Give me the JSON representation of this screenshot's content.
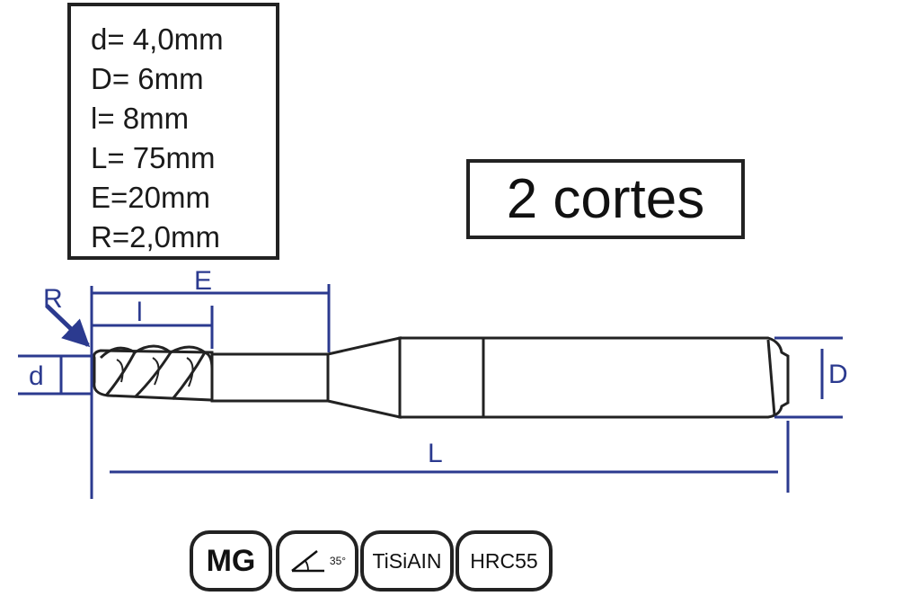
{
  "specs": {
    "d": "d= 4,0mm",
    "D": "D= 6mm",
    "l": "l= 8mm",
    "L": "L= 75mm",
    "E": "E=20mm",
    "R": "R=2,0mm"
  },
  "flutes_label": "2 cortes",
  "dimension_labels": {
    "R": "R",
    "E": "E",
    "l": "l",
    "d": "d",
    "D": "D",
    "L": "L"
  },
  "badges": {
    "material": "MG",
    "angle": "35°",
    "coating": "TiSiAIN",
    "hardness": "HRC55"
  },
  "colors": {
    "dimension": "#2b3a8f",
    "outline": "#222222"
  },
  "icons": [
    "helix-angle-icon",
    "dimension-arrow-icon"
  ]
}
